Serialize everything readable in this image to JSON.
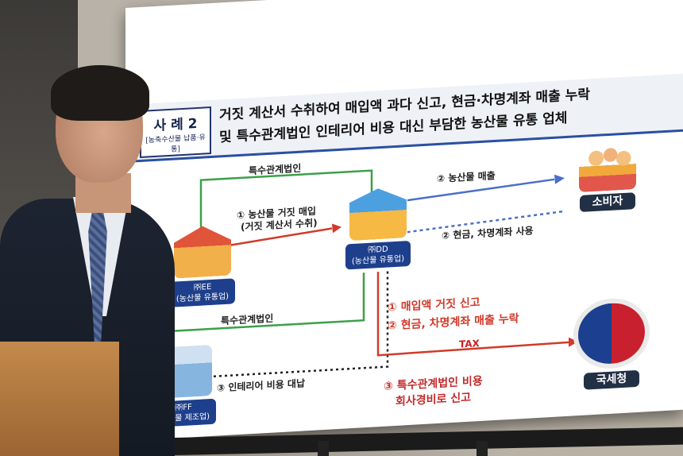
{
  "board": {
    "case_badge": "사 례 2",
    "case_sub": "[농축수산물 납품·유통]",
    "title_line1": "거짓 계산서 수취하여 매입액 과다 신고, 현금·차명계좌 매출 누락",
    "title_line2": "및 특수관계법인 인테리어 비용 대신 부담한 농산물 유통 업체"
  },
  "nodes": {
    "ee": "㈜EE\n(농산물 유통업)",
    "dd": "㈜DD\n(농산물 유통업)",
    "ff": "㈜FF\n(농산물 제조업)",
    "consumer": "소비자",
    "nts": "국세청"
  },
  "flows": {
    "related_top": "특수관계법인",
    "related_bottom": "특수관계법인",
    "f1_line1": "① 농산물 거짓 매입",
    "f1_line2": "(거짓 계산서 수취)",
    "f2_sales": "② 농산물 매출",
    "f2_cash": "② 현금, 차명계좌 사용",
    "f3_interior": "③ 인테리어 비용 대납",
    "nts1": "① 매입액 거짓 신고",
    "nts2": "② 현금, 차명계좌 매출 누락",
    "nts3_line1": "③ 특수관계법인 비용",
    "nts3_line2": "회사경비로 신고",
    "tax_mark": "TAX"
  },
  "colors": {
    "navy": "#1e3f8c",
    "red": "#d13a2a",
    "green": "#3aa04a",
    "blue": "#4a6fc9"
  }
}
